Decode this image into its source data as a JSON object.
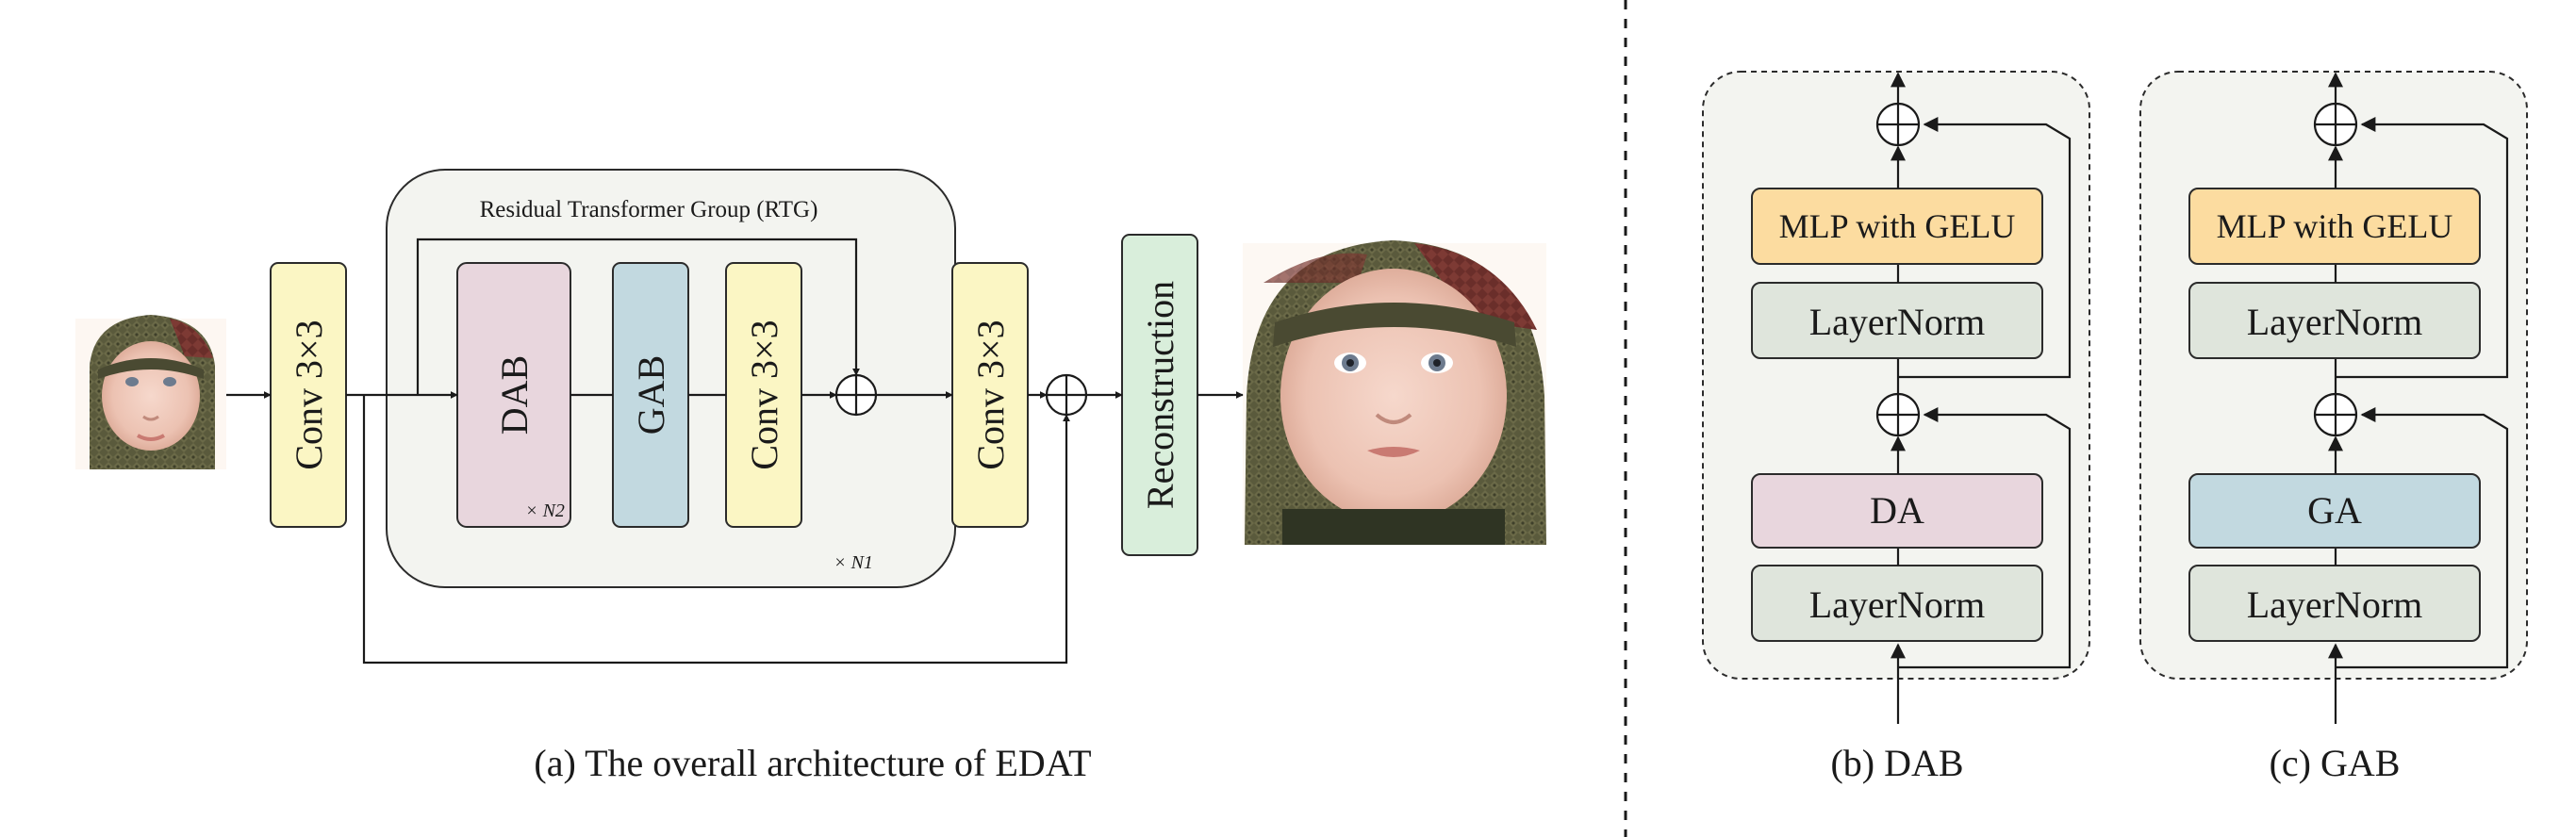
{
  "colors": {
    "conv": "#fbf6c4",
    "dab": "#e8d6dd",
    "gab": "#c2d9e0",
    "reconstruction": "#d9eedb",
    "mlp": "#fcdca0",
    "layernorm": "#dfe5dc",
    "group_bg": "#f3f4f0"
  },
  "panel_a": {
    "input_image": "baby-photo-low-resolution",
    "conv_in": "Conv 3×3",
    "rtg_title": "Residual Transformer Group (RTG)",
    "dab": "DAB",
    "dab_repeat": "× N2",
    "gab": "GAB",
    "conv_rtg": "Conv 3×3",
    "rtg_repeat": "× N1",
    "conv_out": "Conv 3×3",
    "reconstruction": "Reconstruction",
    "output_image": "baby-photo-high-resolution",
    "caption": "(a) The overall architecture of EDAT"
  },
  "panel_b": {
    "mlp": "MLP with GELU",
    "norm_top": "LayerNorm",
    "attention": "DA",
    "norm_bottom": "LayerNorm",
    "caption": "(b) DAB"
  },
  "panel_c": {
    "mlp": "MLP with GELU",
    "norm_top": "LayerNorm",
    "attention": "GA",
    "norm_bottom": "LayerNorm",
    "caption": "(c) GAB"
  }
}
